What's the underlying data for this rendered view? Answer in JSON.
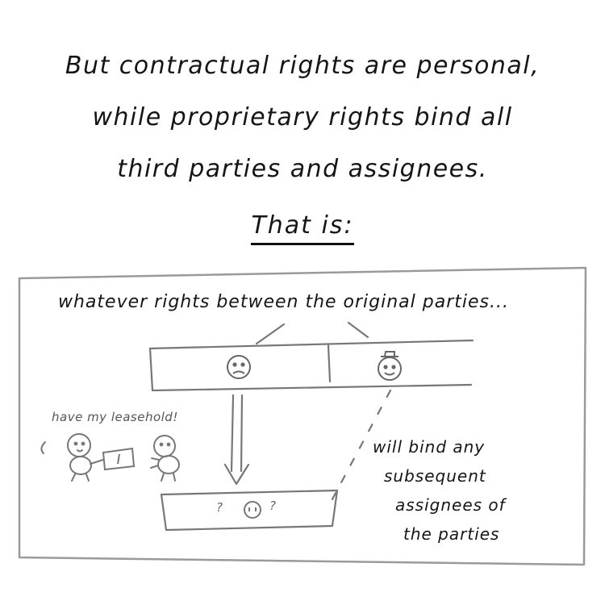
{
  "intro": {
    "line1": "But contractual rights are personal,",
    "line2": "while proprietary rights bind all",
    "line3": "third parties and assignees."
  },
  "heading": "That is:",
  "diagram": {
    "top_label": "whatever rights between the original parties...",
    "speech": "have my leasehold!",
    "bind_label": [
      "will bind any",
      "subsequent",
      "assignees of",
      "the parties"
    ],
    "question_marks": [
      "?",
      "?"
    ]
  }
}
